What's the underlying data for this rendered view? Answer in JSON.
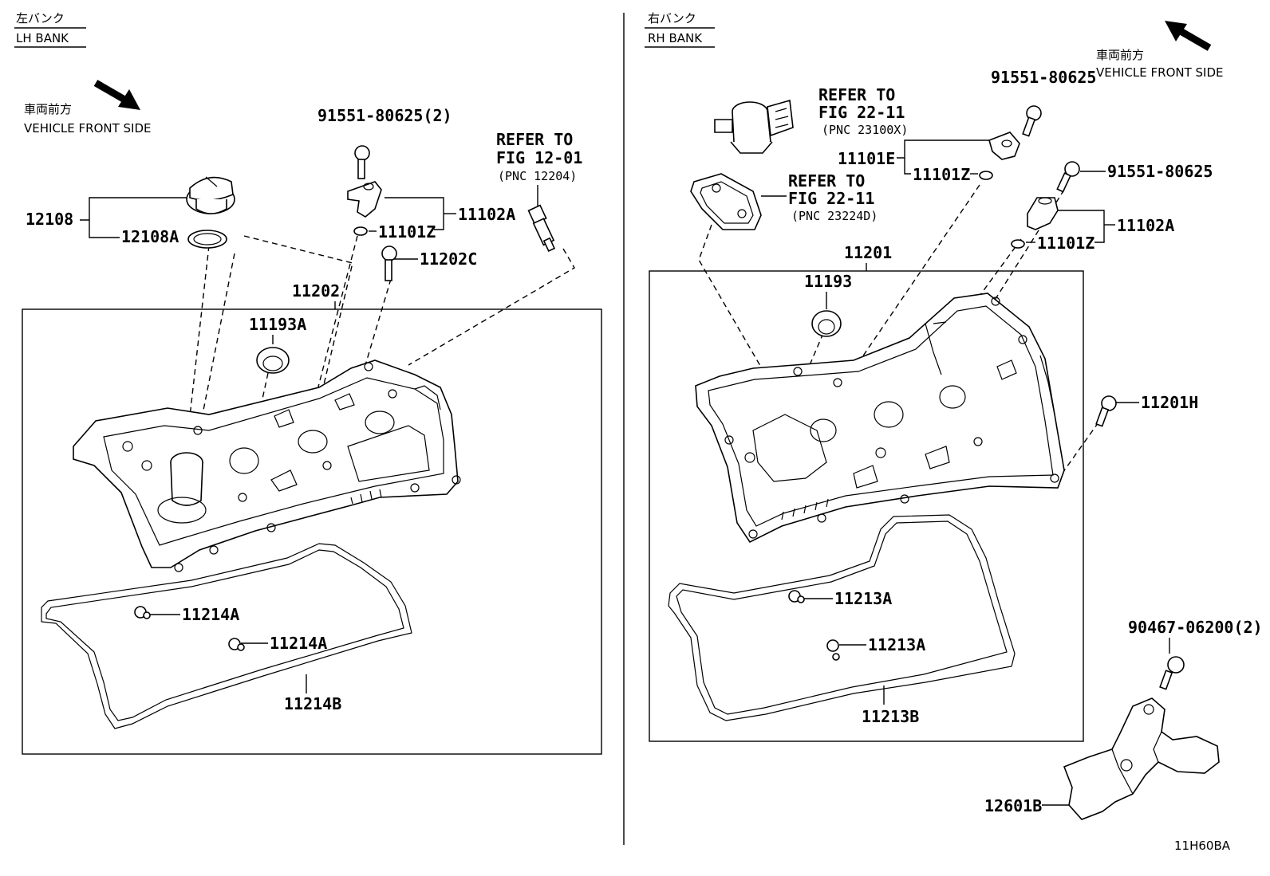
{
  "left": {
    "bank_jp": "左バンク",
    "bank_en": "LH BANK",
    "front_jp": "車両前方",
    "front_en": "VEHICLE FRONT SIDE",
    "labels": {
      "p91551": "91551-80625(2)",
      "refer_to": "REFER TO",
      "fig": "FIG 12-01",
      "pnc": "(PNC 12204)",
      "p12108": "12108",
      "p12108A": "12108A",
      "p11102A": "11102A",
      "p11101Z": "11101Z",
      "p11202C": "11202C",
      "p11202": "11202",
      "p11193A": "11193A",
      "p11214A_1": "11214A",
      "p11214A_2": "11214A",
      "p11214B": "11214B"
    }
  },
  "right": {
    "bank_jp": "右バンク",
    "bank_en": "RH BANK",
    "front_jp": "車両前方",
    "front_en": "VEHICLE FRONT SIDE",
    "labels": {
      "refer1": "REFER TO",
      "fig1": "FIG 22-11",
      "pnc1": "(PNC 23100X)",
      "refer2": "REFER TO",
      "fig2": "FIG 22-11",
      "pnc2": "(PNC 23224D)",
      "p91551_top": "91551-80625",
      "p91551_mid": "91551-80625",
      "p11101E": "11101E",
      "p11101Z_1": "11101Z",
      "p11102A": "11102A",
      "p11101Z_2": "11101Z",
      "p11201": "11201",
      "p11193": "11193",
      "p11201H": "11201H",
      "p11213A_1": "11213A",
      "p11213A_2": "11213A",
      "p11213B": "11213B",
      "p90467": "90467-06200(2)",
      "p12601B": "12601B"
    }
  },
  "figure_code": "11H60BA"
}
